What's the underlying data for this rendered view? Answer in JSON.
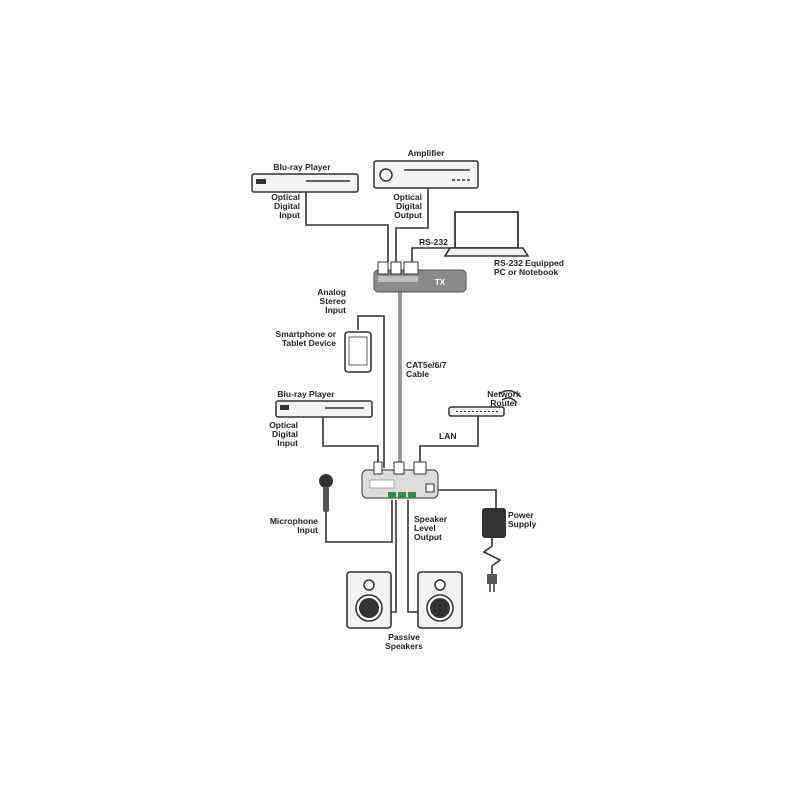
{
  "labels": {
    "bluray_top": "Blu-ray Player",
    "optical_in_top": [
      "Optical",
      "Digital",
      "Input"
    ],
    "amplifier": "Amplifier",
    "optical_out": [
      "Optical",
      "Digital",
      "Output"
    ],
    "rs232": "RS-232",
    "pc": [
      "RS-232 Equipped",
      "PC or Notebook"
    ],
    "tx": "TX",
    "analog": [
      "Analog",
      "Stereo",
      "Input"
    ],
    "smartphone": [
      "Smartphone or",
      "Tablet Device"
    ],
    "cat5": [
      "CAT5e/6/7",
      "Cable"
    ],
    "bluray_mid": "Blu-ray Player",
    "optical_in_mid": [
      "Optical",
      "Digital",
      "Input"
    ],
    "router": [
      "Network",
      "Router"
    ],
    "lan": "LAN",
    "mic": [
      "Microphone",
      "Input"
    ],
    "speaker_out": [
      "Speaker",
      "Level",
      "Output"
    ],
    "power": [
      "Power",
      "Supply"
    ],
    "speakers": [
      "Passive",
      "Speakers"
    ]
  },
  "colors": {
    "line": "#333333",
    "device_fill": "#f2f2f2",
    "tx_fill": "#8a8a8a",
    "rx_fill": "#dcdcdc",
    "terminal_green": "#2f8f4a",
    "text": "#222222"
  }
}
